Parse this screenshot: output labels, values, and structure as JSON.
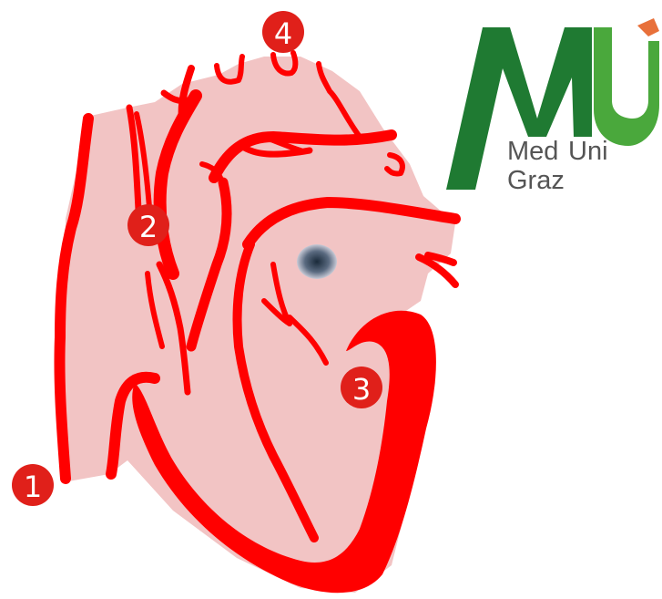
{
  "diagram": {
    "markers": [
      {
        "id": "1",
        "label": "1"
      },
      {
        "id": "2",
        "label": "2"
      },
      {
        "id": "3",
        "label": "3"
      },
      {
        "id": "4",
        "label": "4"
      }
    ]
  },
  "logo": {
    "line1_a": "Med",
    "line1_b": "Uni",
    "line2": "Graz"
  },
  "colors": {
    "heart_fill": "#f2c4c4",
    "vessel_red": "#ff0000",
    "marker_red": "#e0201a",
    "logo_dark_green": "#1f7a32",
    "logo_light_green": "#4aa83c",
    "logo_text": "#555555",
    "logo_accent": "#e8703a"
  }
}
